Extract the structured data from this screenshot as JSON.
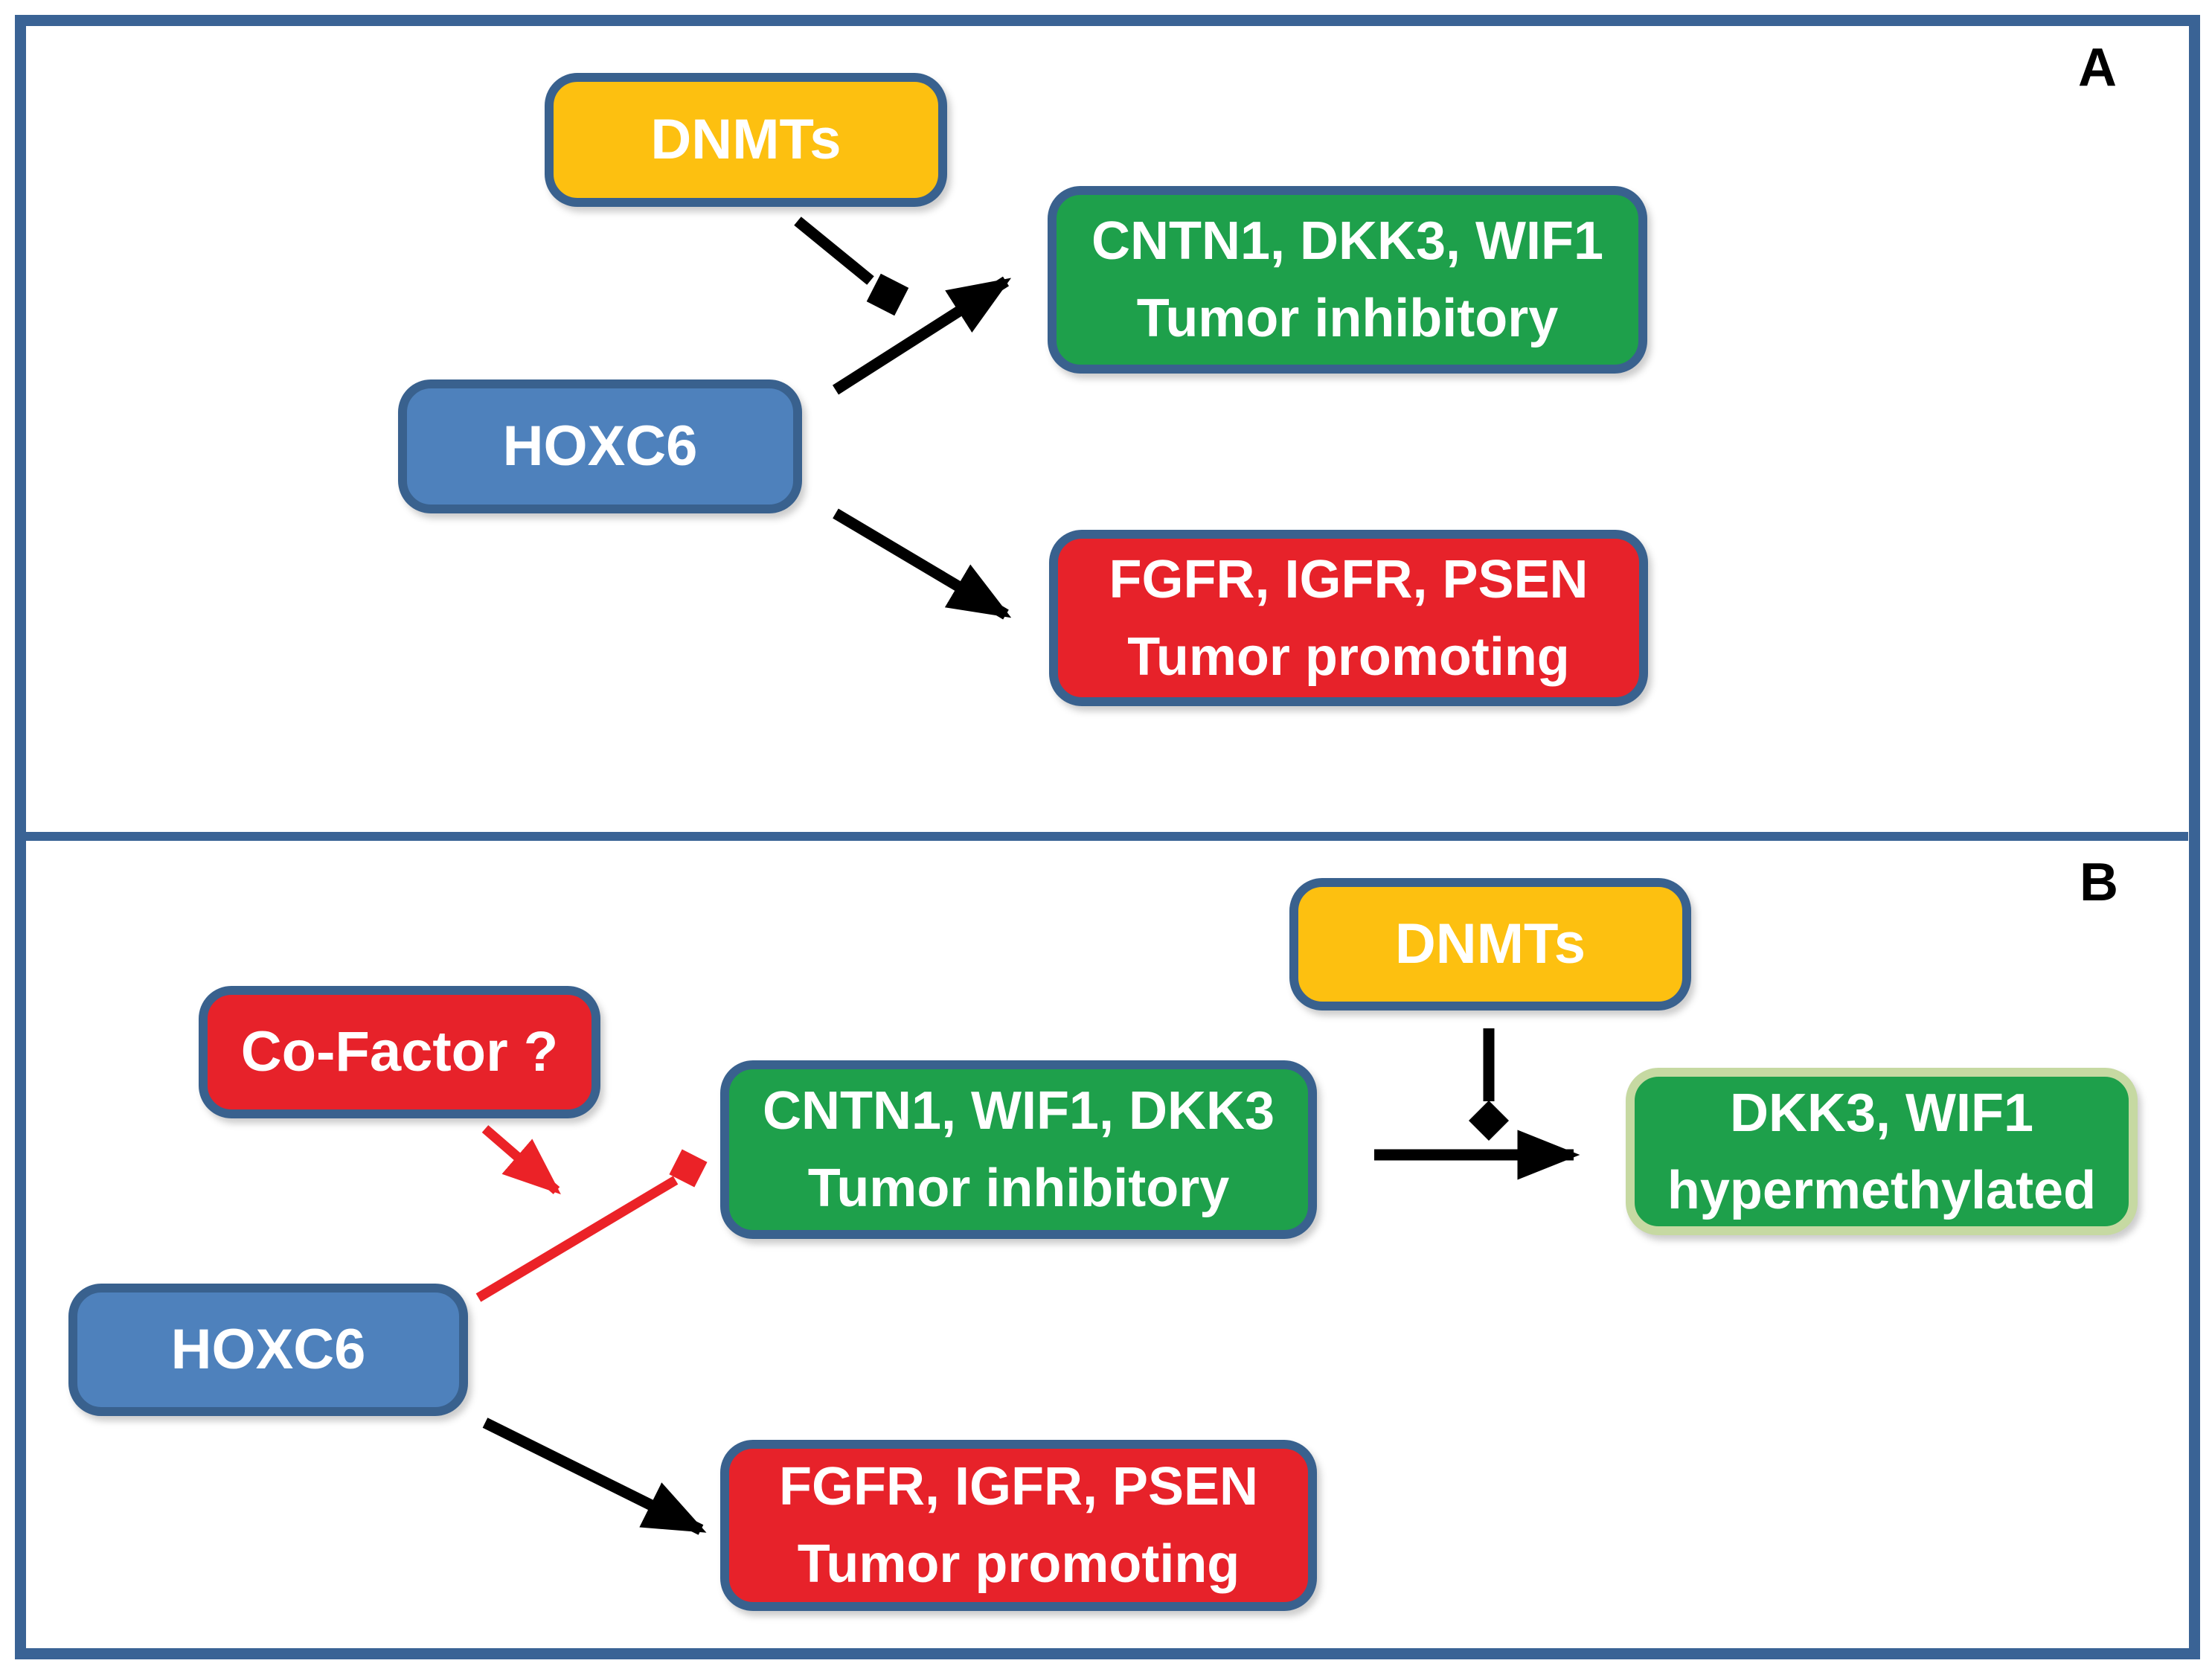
{
  "figure": {
    "type": "pathway-diagram",
    "description": "Two-panel schematic of HOXC6 regulation of target genes with DNMTs and a co-factor"
  },
  "colors": {
    "frame": "#3A6395",
    "yellow": "#FDC010",
    "blue": "#4E81BC",
    "blueBorder": "#39618E",
    "green": "#1EA04B",
    "red": "#E7222A",
    "greenLightBorder": "#C6D9A2",
    "arrowBlack": "#000000",
    "arrowRed": "#EB2227",
    "boxText": "#FFFFFF",
    "panelLabel": "#000000"
  },
  "panelA": {
    "label": "A",
    "dnmts": {
      "label": "DNMTs"
    },
    "hoxc6": {
      "label": "HOXC6"
    },
    "inhibitory": {
      "line1": "CNTN1, DKK3, WIF1",
      "line2": "Tumor inhibitory"
    },
    "promoting": {
      "line1": "FGFR, IGFR, PSEN",
      "line2": "Tumor promoting"
    }
  },
  "panelB": {
    "label": "B",
    "dnmts": {
      "label": "DNMTs"
    },
    "cofactor": {
      "label": "Co-Factor ?"
    },
    "hoxc6": {
      "label": "HOXC6"
    },
    "inhibitory": {
      "line1": "CNTN1, WIF1, DKK3",
      "line2": "Tumor inhibitory"
    },
    "hypermethylated": {
      "line1": "DKK3, WIF1",
      "line2": "hypermethylated"
    },
    "promoting": {
      "line1": "FGFR, IGFR, PSEN",
      "line2": "Tumor promoting"
    }
  }
}
